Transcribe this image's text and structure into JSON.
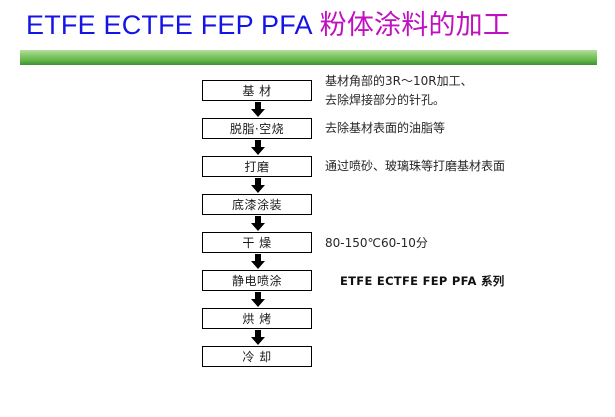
{
  "slide": {
    "title": {
      "latin": "ETFE ECTFE FEP PFA",
      "cjk": "粉体涂料的加工",
      "latin_color": "#1414E6",
      "cjk_color": "#C010C0"
    },
    "divider": {
      "color_top": "#b8dfa0",
      "color_bottom": "#3d9130"
    },
    "background": "#ffffff"
  },
  "flowchart": {
    "steps": [
      {
        "label": "基 材"
      },
      {
        "label": "脱脂·空烧"
      },
      {
        "label": "打磨"
      },
      {
        "label": "底漆涂装"
      },
      {
        "label": "干 燥"
      },
      {
        "label": "静电喷涂"
      },
      {
        "label": "烘 烤"
      },
      {
        "label": "冷 却"
      }
    ],
    "connector_icon": "down-arrow-icon",
    "box_border_color": "#000000",
    "box_fill": "#ffffff"
  },
  "annotations": [
    {
      "text": "基材角部的3R～10R加工、",
      "bold": false
    },
    {
      "text": "去除焊接部分的针孔。",
      "bold": false
    },
    {
      "text": "去除基材表面的油脂等",
      "bold": false
    },
    {
      "text": "通过喷砂、玻璃珠等打磨基材表面",
      "bold": false
    },
    {
      "text": "80-150℃60-10分",
      "bold": false
    },
    {
      "text": "ETFE ECTFE FEP PFA 系列",
      "bold": true
    }
  ]
}
